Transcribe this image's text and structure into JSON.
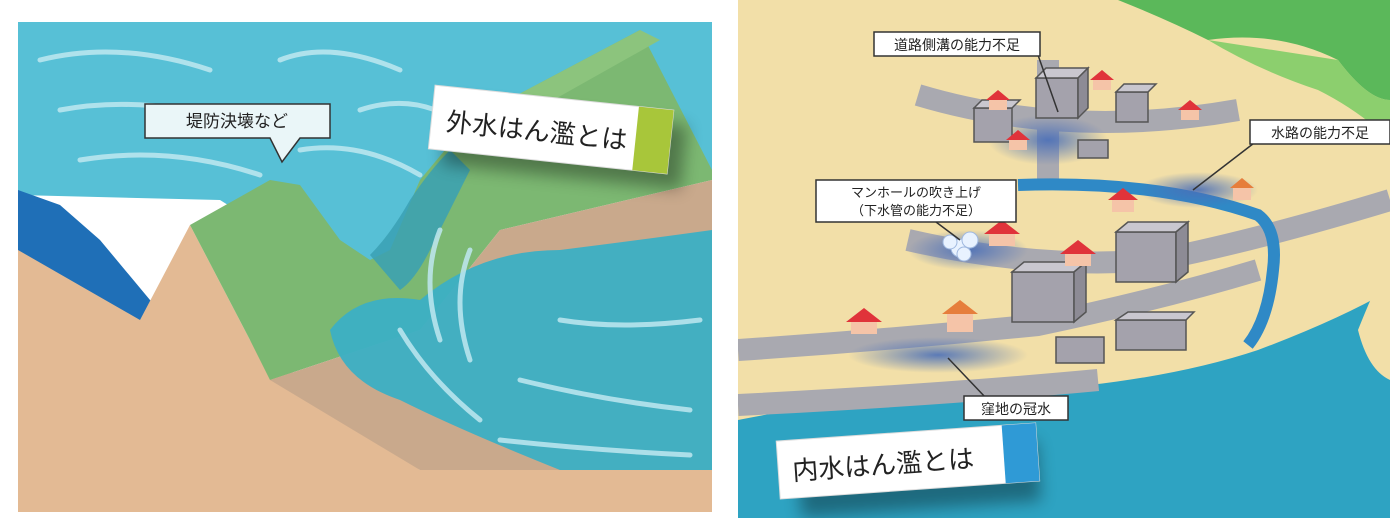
{
  "left": {
    "title": "外水はん濫とは",
    "callout": "堤防決壊など",
    "accent_color": "#a8c63a"
  },
  "right": {
    "title": "内水はん濫とは",
    "accent_color": "#2f9ad6",
    "callouts": {
      "road_ditch": "道路側溝の能力不足",
      "waterway": "水路の能力不足",
      "manhole_line1": "マンホールの吹き上げ",
      "manhole_line2": "（下水管の能力不足）",
      "lowland": "窪地の冠水"
    }
  }
}
